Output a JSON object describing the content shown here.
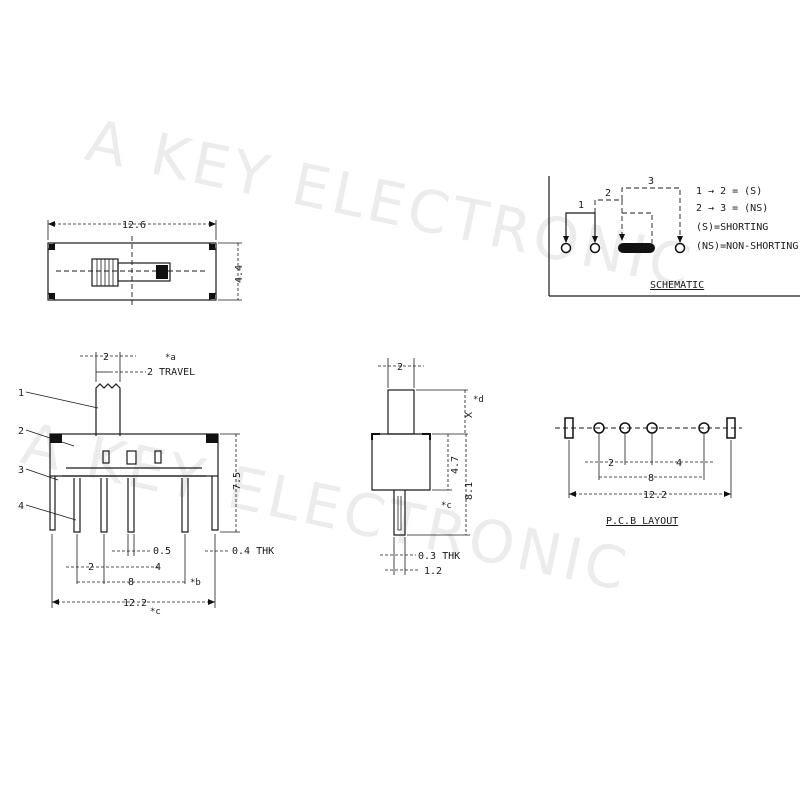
{
  "watermark": {
    "line1": "A KEY ELECTRONIC",
    "line2": "A KEY ELECTRONIC"
  },
  "top_view": {
    "width_dim": "12.6",
    "height_dim": "4.4"
  },
  "front_view": {
    "top_dim": "2",
    "note_a": "*a",
    "travel": "2 TRAVEL",
    "callouts": [
      "1",
      "2",
      "3",
      "4"
    ],
    "height_dim": "7.5",
    "pin_width": "0.5",
    "thickness": "0.4 THK",
    "pitch_2": "2",
    "pitch_4": "4",
    "pitch_8": "8",
    "note_b": "*b",
    "overall": "12.2",
    "note_c": "*c"
  },
  "side_view": {
    "top_dim": "2",
    "x_label": "X",
    "note_d": "*d",
    "dim_47": "4.7",
    "dim_81": "8.1",
    "note_c": "*c",
    "thickness": "0.3 THK",
    "dim_12": "1.2"
  },
  "schematic": {
    "dim_1": "1",
    "dim_2": "2",
    "dim_3": "3",
    "legend": [
      "1 → 2 = (S)",
      "2 → 3 = (NS)",
      "(S)=SHORTING",
      "(NS)=NON-SHORTING"
    ],
    "title": "SCHEMATIC"
  },
  "pcb": {
    "dim_2": "2",
    "dim_4": "4",
    "dim_8": "8",
    "dim_122": "12.2",
    "title": "P.C.B LAYOUT"
  }
}
